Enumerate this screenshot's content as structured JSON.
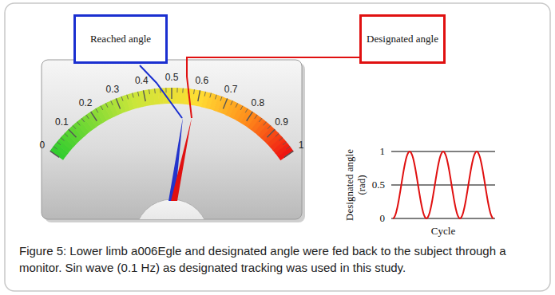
{
  "diagram": {
    "caption": "Figure 5: Lower limb a006Egle and designated angle were fed back to the subject through a monitor. Sin wave (0.1 Hz) as designated tracking was used in this study.",
    "nodes": [
      {
        "text": [
          "Reached angle"
        ]
      },
      {
        "text": [
          "Designated angle"
        ]
      }
    ],
    "labels": [
      "0",
      "0.1",
      "0.2",
      "0.3",
      "0.4",
      "0.5",
      "0.6",
      "0.7",
      "0.8",
      "0.9",
      "1",
      "1",
      "0.5",
      "0",
      "Designated angle (rad)",
      "Cycle"
    ]
  }
}
